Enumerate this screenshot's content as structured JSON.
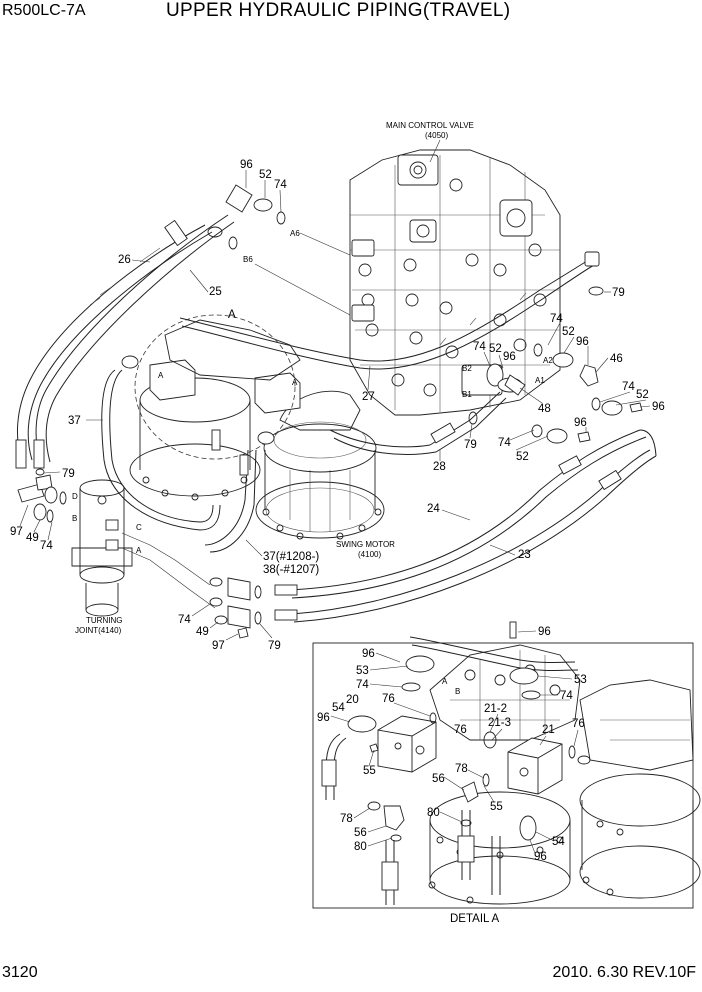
{
  "header": {
    "model": "R500LC-7A",
    "title": "UPPER HYDRAULIC PIPING(TRAVEL)"
  },
  "footer": {
    "page_number": "3120",
    "date_rev": "2010. 6.30  REV.10F"
  },
  "components": {
    "main_control_valve": {
      "name": "MAIN CONTROL VALVE",
      "code": "(4050)"
    },
    "swing_motor": {
      "name": "SWING MOTOR",
      "code": "(4100)"
    },
    "turning_joint": {
      "name": "TURNING",
      "name2": "JOINT(4140)"
    },
    "detail_title": "DETAIL A",
    "detail_marker": "A"
  },
  "port_labels": {
    "a6": "A6",
    "b6": "B6",
    "a2": "A2",
    "a1": "A1",
    "b2": "B2",
    "b1": "B1",
    "tj_d": "D",
    "tj_b": "B",
    "tj_c": "C",
    "tj_a": "A",
    "det_a": "A",
    "det_b": "B"
  },
  "callouts": {
    "c96a": "96",
    "c52a": "52",
    "c74a": "74",
    "c26": "26",
    "c25": "25",
    "c79a": "79",
    "c74b": "74",
    "c52b": "52",
    "c96b": "96",
    "c46": "46",
    "c74c": "74",
    "c52c": "52",
    "c96c": "96",
    "c74d": "74",
    "c52d": "52",
    "c96d": "96",
    "c48": "48",
    "c27": "27",
    "c79b": "79",
    "c74e": "74",
    "c52e": "52",
    "c28": "28",
    "c96e": "96",
    "c37": "37",
    "c79c": "79",
    "c97a": "97",
    "c49a": "49",
    "c74f": "74",
    "c24": "24",
    "c23": "23",
    "c37b": "37(#1208-)",
    "c38": "38(-#1207)",
    "c74g": "74",
    "c49b": "49",
    "c97b": "97",
    "c79d": "79",
    "d96a": "96",
    "d96b": "96",
    "d53a": "53",
    "d53b": "53",
    "d74a": "74",
    "d74b": "74",
    "d76a": "76",
    "d212": "21-2",
    "d96c": "96",
    "d54a": "54",
    "d20": "20",
    "d213": "21-3",
    "d21": "21",
    "d76b": "76",
    "d76c": "76",
    "d55a": "55",
    "d56a": "56",
    "d78a": "78",
    "d80a": "80",
    "d55b": "55",
    "d78b": "78",
    "d56b": "56",
    "d80b": "80",
    "d54b": "54",
    "d96d": "96"
  }
}
